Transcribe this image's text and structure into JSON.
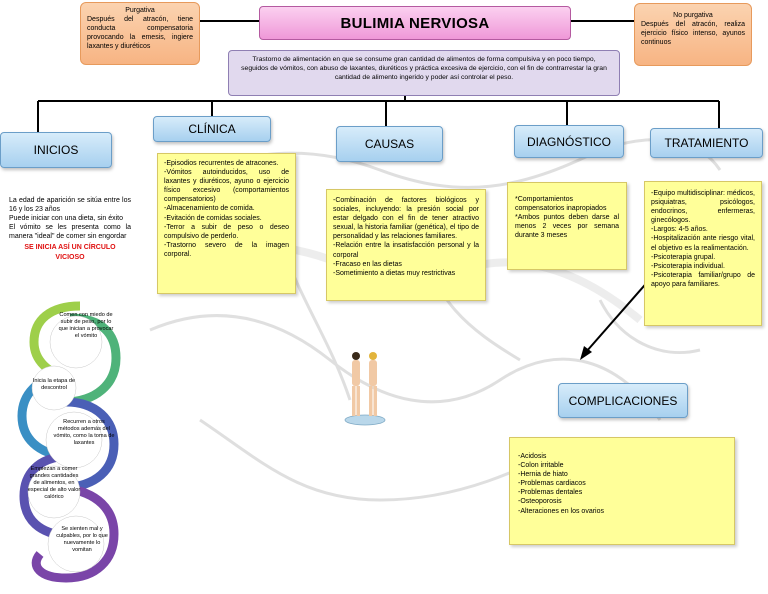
{
  "purgativa": {
    "title": "Purgativa",
    "text": "Después del atracón, tiene conducta compensatoria provocando la emesis, ingiere laxantes y diuréticos"
  },
  "no_purgativa": {
    "title": "No purgativa",
    "text": "Después del atracón, realiza ejercicio físico intenso, ayunos continuos"
  },
  "main_title": "BULIMIA NERVIOSA",
  "definition": "Trastorno de alimentación en que se consume gran cantidad de alimentos de forma compulsiva y en poco tiempo, seguidos de vómitos, con abuso de laxantes, diuréticos y práctica excesiva de ejercicio, con el fin de contrarrestar la gran cantidad de alimento ingerido y poder así controlar el peso.",
  "headers": {
    "inicios": "INICIOS",
    "clinica": "CLÍNICA",
    "causas": "CAUSAS",
    "diagnostico": "DIAGNÓSTICO",
    "tratamiento": "TRATAMIENTO",
    "complicaciones": "COMPLICACIONES"
  },
  "inicios": {
    "lines": [
      "La edad de aparición se sitúa entre los 16 y los 23 años",
      "Puede iniciar con una dieta, sin éxito",
      "El vómito se les presenta como la manera \"ideal\" de comer sin engordar"
    ],
    "highlight": "SE INICIA ASÍ UN CÍRCULO VICIOSO"
  },
  "clinica": {
    "items": [
      "-Episodios recurrentes de atracones.",
      "-Vómitos autoinducidos, uso de laxantes y diuréticos, ayuno o ejercicio físico excesivo (comportamientos compensatorios)",
      "-Almacenamiento de comida.",
      "-Evitación de comidas sociales.",
      "-Terror a subir de peso o deseo compulsivo de perderlo.",
      "-Trastorno severo de la imagen corporal."
    ]
  },
  "causas": {
    "items": [
      "-Combinación de factores biológicos y sociales, incluyendo: la presión social por estar delgado con el fin de tener atractivo sexual, la historia familiar (genética), el tipo de personalidad y las relaciones familiares.",
      "-Relación entre la insatisfacción personal y la corporal",
      "-Fracaso en las dietas",
      "-Sometimiento a dietas muy restrictivas"
    ]
  },
  "diagnostico": {
    "items": [
      "*Comportamientos compensatorios inapropiados",
      "*Ambos puntos deben darse al menos 2 veces por semana durante 3 meses"
    ]
  },
  "tratamiento": {
    "items": [
      "-Equipo multidisciplinar: médicos, psiquiatras, psicólogos, endocrinos, enfermeras, ginecólogos.",
      "-Largos: 4-5 años.",
      "-Hospitalización ante riesgo vital, el objetivo es la realimentación.",
      "-Psicoterapia grupal.",
      "-Psicoterapia individual.",
      "-Psicoterapia familiar/grupo de apoyo para familiares."
    ]
  },
  "complicaciones": {
    "items": [
      "-Acidosis",
      "-Colon irritable",
      "-Hernia de hiato",
      "-Problemas cardiacos",
      "-Problemas dentales",
      "-Osteoporosis",
      "-Alteraciones en los ovarios"
    ]
  },
  "cycle": [
    "Comen con miedo de subir de peso, por lo que inician a provocar el vómito",
    "Inicia la etapa de descontrol",
    "Recurren a otros métodos además del vómito, como la toma de laxantes",
    "Empiezan a comer grandes cantidades de alimentos, en especial de alto valor calórico",
    "Se sienten mal y culpables, por lo que nuevamente lo vomitan"
  ],
  "colors": {
    "arc1": "#9ecf4a",
    "arc2": "#4fb37a",
    "arc3": "#3a8fc4",
    "arc4": "#4a5fb6",
    "arc5": "#7a45a8"
  }
}
